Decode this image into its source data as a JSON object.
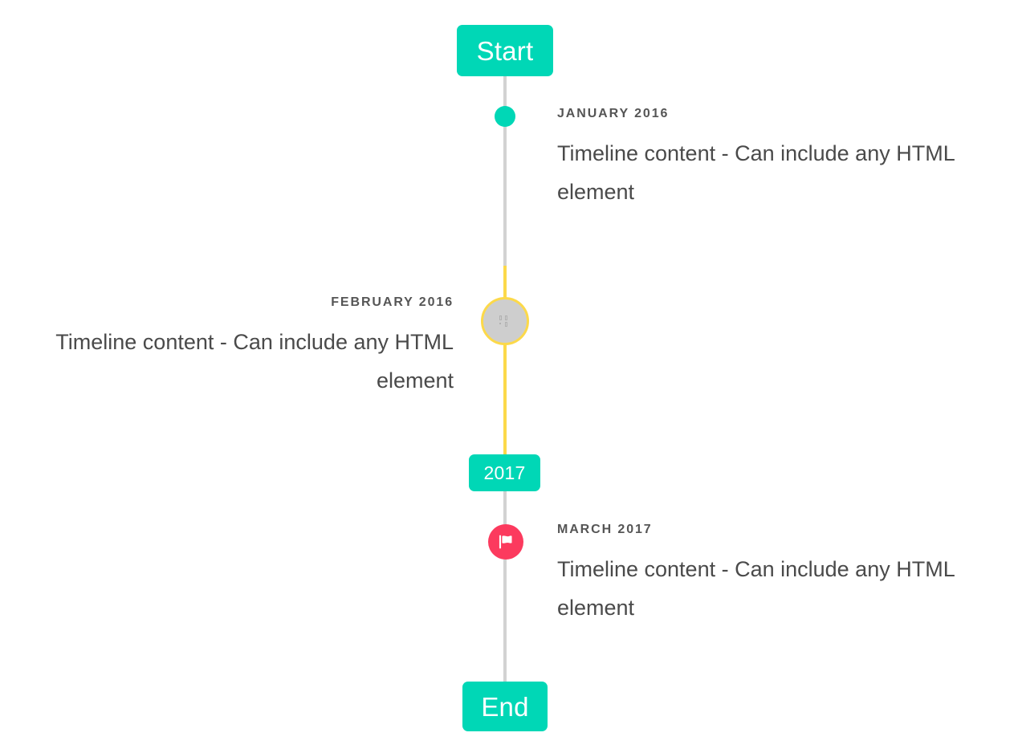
{
  "axis": {
    "line_color_inactive": "#d2d2d2",
    "line_color_active": "#fcd94a"
  },
  "endpoints": {
    "start_label": "Start",
    "mid_label": "2017",
    "end_label": "End",
    "pill_color": "#00d7b6",
    "pill_text_color": "#ffffff"
  },
  "markers": {
    "dot": {
      "icon": "filled-dot-icon",
      "color": "#00d7b6"
    },
    "ring": {
      "icon": "placeholder-glyph-icon",
      "fill": "#cecece",
      "ring_color": "#fcd94a"
    },
    "flag": {
      "icon": "flag-icon",
      "color": "#fc3a5e",
      "glyph_color": "#ffffff"
    }
  },
  "entries": [
    {
      "id": "january-2016",
      "date": "JANUARY 2016",
      "body": "Timeline content - Can include any HTML element",
      "side": "right",
      "marker": "dot"
    },
    {
      "id": "february-2016",
      "date": "FEBRUARY 2016",
      "body": "Timeline content - Can include any HTML element",
      "side": "left",
      "marker": "ring"
    },
    {
      "id": "march-2017",
      "date": "MARCH 2017",
      "body": "Timeline content - Can include any HTML element",
      "side": "right",
      "marker": "flag"
    }
  ]
}
